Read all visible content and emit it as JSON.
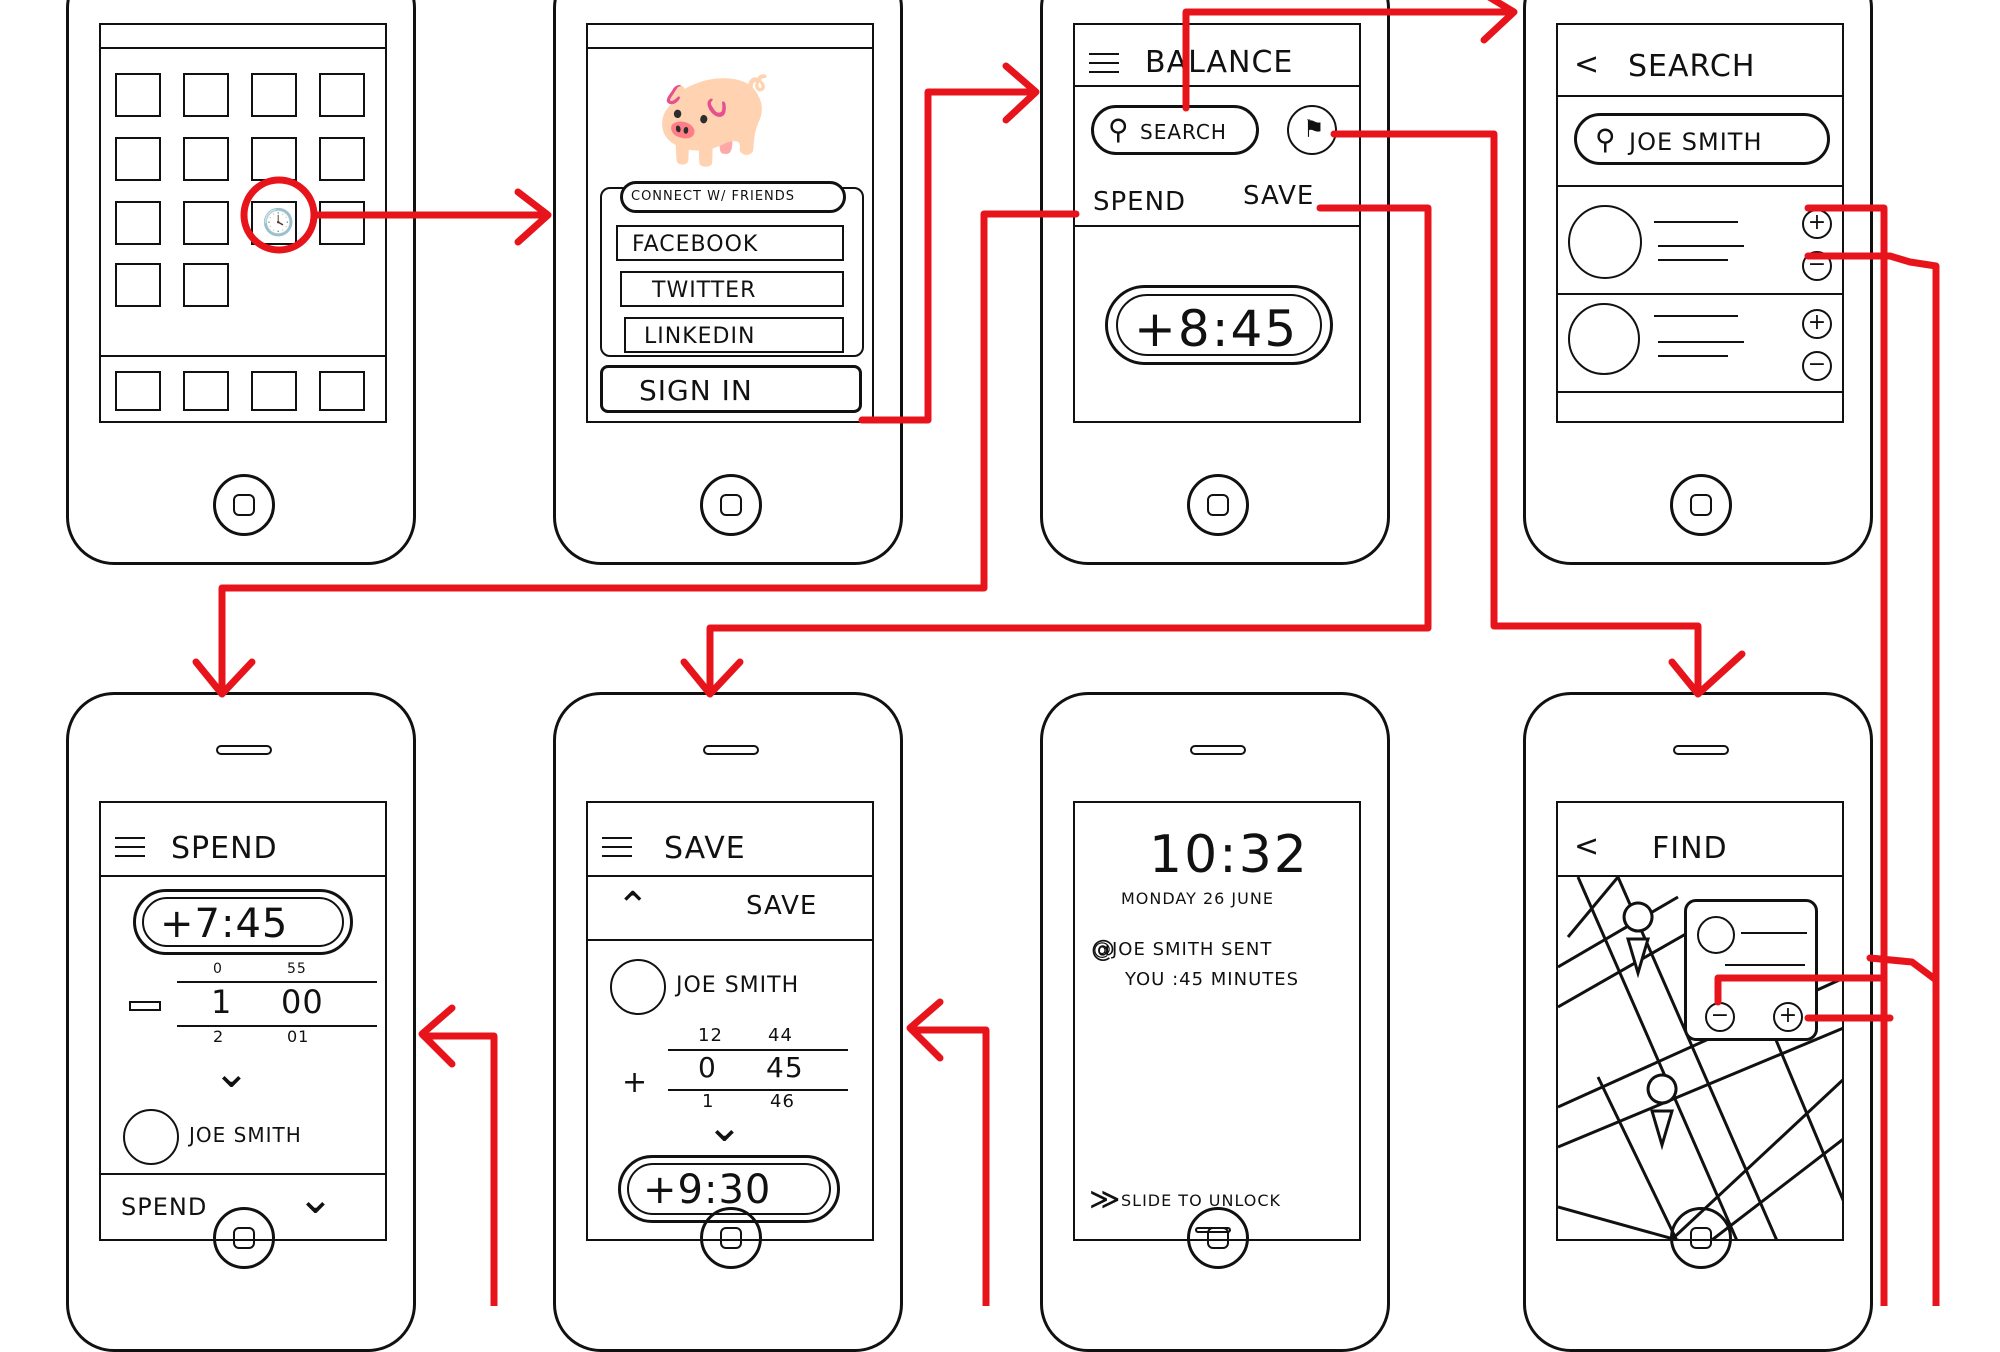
{
  "screens": {
    "home": {},
    "signin": {
      "connect_label": "CONNECT W/ FRIENDS",
      "facebook": "FACEBOOK",
      "twitter": "TWITTER",
      "linkedin": "LINKEDIN",
      "sign_in": "SIGN IN"
    },
    "balance": {
      "title": "BALANCE",
      "search_button": "SEARCH",
      "spend_tab": "SPEND",
      "save_tab": "SAVE",
      "balance_value": "+8:45"
    },
    "search": {
      "title": "SEARCH",
      "query": "JOE SMITH",
      "add_glyph": "+",
      "remove_glyph": "−"
    },
    "spend": {
      "title": "SPEND",
      "balance_value": "+7:45",
      "picker_above": [
        "0",
        "55"
      ],
      "picker_selected": [
        "1",
        "00"
      ],
      "picker_below": [
        "2",
        "01"
      ],
      "minus_glyph": "−",
      "recipient": "JOE SMITH",
      "spend_action": "SPEND"
    },
    "save": {
      "title": "SAVE",
      "save_tab": "SAVE",
      "recipient": "JOE SMITH",
      "picker_above": [
        "12",
        "44"
      ],
      "picker_selected": [
        "0",
        "45"
      ],
      "picker_below": [
        "1",
        "46"
      ],
      "plus_glyph": "+",
      "balance_value": "+9:30"
    },
    "lock": {
      "time": "10:32",
      "date": "MONDAY 26 JUNE",
      "notification_line1": "@JOE SMITH SENT",
      "notification_line2": "YOU :45 MINUTES",
      "slide_to_unlock": "SLIDE TO UNLOCK"
    },
    "find": {
      "title": "FIND",
      "add_glyph": "+",
      "remove_glyph": "−"
    }
  },
  "icons": {
    "back": "chevron-left-icon",
    "search": "magnifier-icon",
    "confirm": "chevron-down-icon",
    "map_pin": "map-pin-icon",
    "piggy_bank": "piggy-bank-clock-icon",
    "user": "user-avatar-icon"
  },
  "colors": {
    "flow_line": "#e8141c",
    "sketch_ink": "#111111",
    "paper": "#ffffff"
  }
}
